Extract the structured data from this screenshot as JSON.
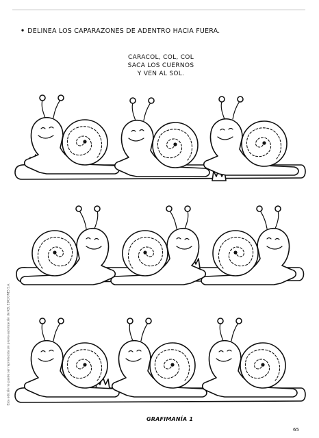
{
  "instruction": {
    "bullet": "•",
    "text": "DELINEA LOS CAPARAZONES DE ADENTRO HACIA FUERA."
  },
  "rhyme": {
    "line1": "CARACOL, COL, COL",
    "line2": "SACA LOS CUERNOS",
    "line3": "Y VEN AL SOL."
  },
  "credit": "Esta edición no puede ser reproducida sin previa autorización de KEL EDICIONES S.A.",
  "footer": {
    "brand": "GRAFIMANÍA 1",
    "page_number": "65"
  },
  "worksheet": {
    "rows": [
      {
        "snails": [
          {
            "facing": "left"
          },
          {
            "facing": "left"
          },
          {
            "facing": "left"
          }
        ]
      },
      {
        "snails": [
          {
            "facing": "right"
          },
          {
            "facing": "right"
          },
          {
            "facing": "right"
          }
        ]
      },
      {
        "snails": [
          {
            "facing": "left"
          },
          {
            "facing": "left"
          },
          {
            "facing": "left"
          }
        ]
      }
    ]
  }
}
